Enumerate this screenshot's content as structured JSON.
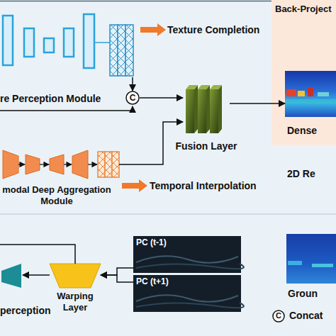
{
  "diagram": {
    "nodes": [
      {
        "text": [
          "re Perception Module"
        ]
      },
      {
        "text": [
          "Back-Project"
        ]
      },
      {
        "text": [
          "Dense"
        ],
        "in": 1
      },
      {
        "text": [
          "C"
        ]
      },
      {
        "text": [
          "Fusion Layer"
        ]
      },
      {
        "text": [
          "modal Deep Aggregation Module"
        ]
      },
      {
        "text": [
          "PC (t-1)"
        ]
      },
      {
        "text": [
          "PC (t+1)"
        ]
      },
      {
        "text": [
          "Groun"
        ]
      },
      {
        "text": [
          "perception"
        ]
      },
      {
        "text": [
          "Warping Layer"
        ]
      },
      {
        "text": [
          "C",
          "Concat"
        ]
      }
    ],
    "edges": [
      {
        "from": 0,
        "to": 3,
        "arrow": "to"
      },
      {
        "from": 5,
        "to": 4,
        "arrow": "to"
      },
      {
        "from": 3,
        "to": 4,
        "arrow": "to"
      },
      {
        "from": 4,
        "to": 2,
        "arrow": "to"
      },
      {
        "from": 6,
        "to": 10,
        "arrow": "to"
      },
      {
        "from": 7,
        "to": 10,
        "arrow": "to"
      },
      {
        "from": 10,
        "to": 9,
        "arrow": "to"
      }
    ],
    "labels": [
      "Texture Completion",
      "Temporal Interpolation",
      "2D Re"
    ]
  }
}
